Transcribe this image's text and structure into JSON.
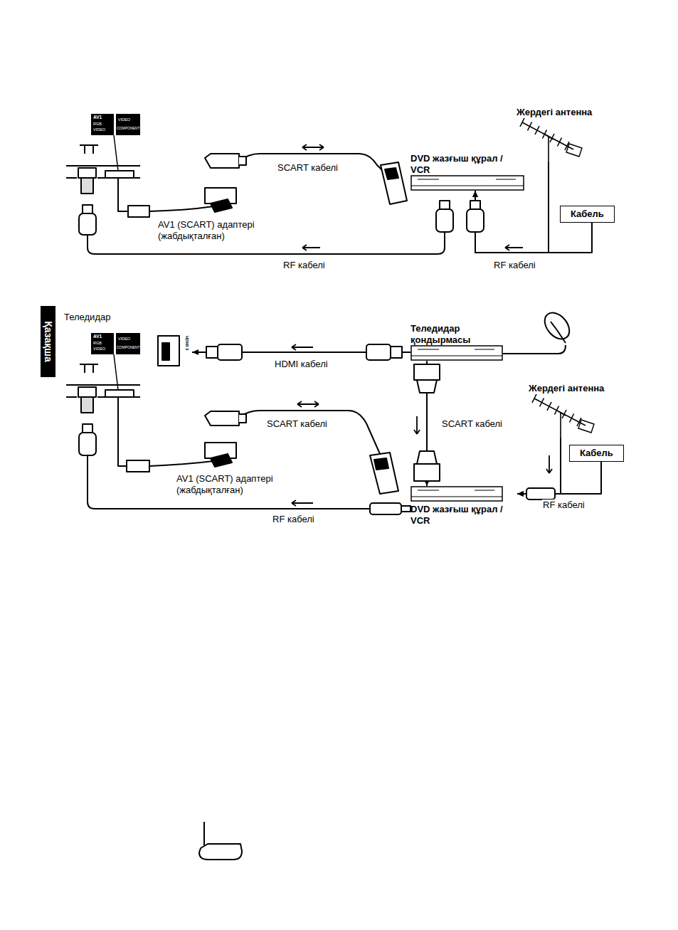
{
  "diagram": {
    "nodes": [
      {
        "text": [
          "Жердегі антенна"
        ]
      },
      {
        "text": [
          "DVD жазғыш құрал / VCR"
        ]
      },
      {
        "text": [
          "Кабель"
        ]
      },
      {
        "text": [
          "Қазақша"
        ]
      },
      {
        "text": [
          "Теледидар"
        ]
      },
      {
        "text": [
          "Теледидар қондырмасы"
        ]
      },
      {
        "text": [
          "Жердегі антенна"
        ]
      },
      {
        "text": [
          "Кабель"
        ]
      },
      {
        "text": [
          "DVD жазғыш құрал / VCR"
        ]
      }
    ],
    "edges": [
      {
        "from": 0,
        "to": 1,
        "label": "RF кабелі",
        "arrow": "to"
      },
      {
        "from": 2,
        "to": 1,
        "arrow": "to"
      },
      {
        "from": 5,
        "to": 4,
        "label": "HDMI кабелі",
        "arrow": "to"
      },
      {
        "from": 5,
        "to": 8,
        "label": "SCART кабелі",
        "arrow": "to"
      },
      {
        "from": 6,
        "to": 8,
        "label": "RF кабелі",
        "arrow": "to"
      },
      {
        "from": 7,
        "to": 8,
        "arrow": "to"
      }
    ],
    "labels": [
      "AV1",
      "RGB",
      "VIDEO",
      "VIDEO",
      "COMPONENT",
      "SCART кабелі",
      "AV1 (SCART) адаптері (жабдықталған)",
      "RF кабелі",
      "AV1",
      "RGB",
      "VIDEO",
      "VIDEO",
      "COMPONENT",
      "HDMI 3",
      "SCART кабелі",
      "AV1 (SCART) адаптері (жабдықталған)",
      "RF кабелі"
    ]
  }
}
